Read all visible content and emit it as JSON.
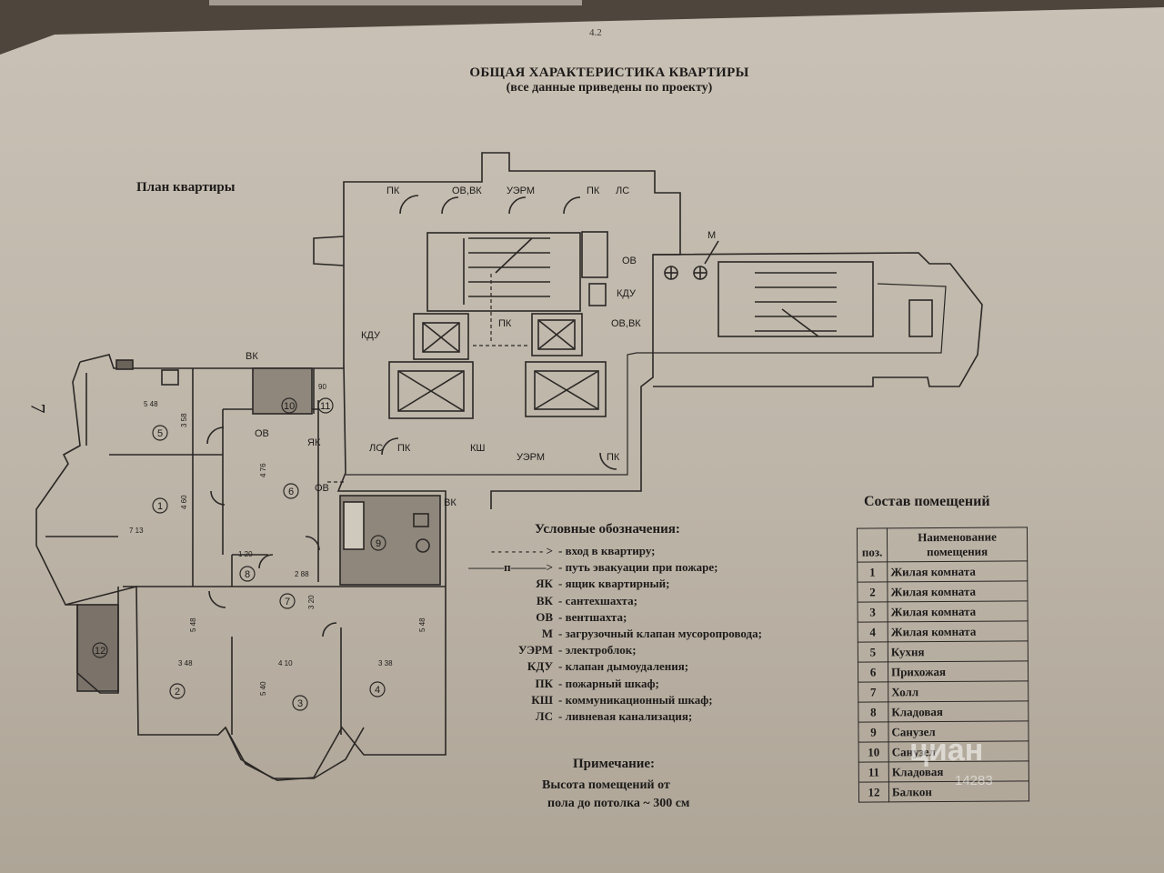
{
  "page_number": "4.2",
  "side_number": "7",
  "title": "ОБЩАЯ ХАРАКТЕРИСТИКА КВАРТИРЫ",
  "subtitle": "(все данные приведены по проекту)",
  "plan_label": "План квартиры",
  "plan": {
    "labels": [
      "ПК",
      "ОВ,ВК",
      "УЭРМ",
      "ПК",
      "ЛС",
      "М",
      "ОВ",
      "КДУ",
      "ПК",
      "ОВ,ВК",
      "КДУ",
      "ВК",
      "ОВ",
      "ЯК",
      "ЛС",
      "ПК",
      "КШ",
      "УЭРМ",
      "ПК",
      "ОВ",
      "ВК"
    ],
    "room_markers": [
      "1",
      "2",
      "3",
      "4",
      "5",
      "6",
      "7",
      "8",
      "9",
      "10",
      "11",
      "12"
    ],
    "dimensions": [
      "5 48",
      "3 58",
      "4 60",
      "7 13",
      "4 76",
      "90",
      "1 20",
      "2 88",
      "3 20",
      "5 48",
      "3 48",
      "4 10",
      "5 40",
      "5 48",
      "3 38"
    ]
  },
  "legend": {
    "title": "Условные обозначения:",
    "items": [
      {
        "sym": "- - - - - - - - >",
        "text": "- вход в квартиру;"
      },
      {
        "sym": "———п———>",
        "text": "- путь эвакуации при пожаре;"
      },
      {
        "sym": "ЯК",
        "text": "- ящик квартирный;"
      },
      {
        "sym": "ВК",
        "text": "- сантехшахта;"
      },
      {
        "sym": "ОВ",
        "text": "- вентшахта;"
      },
      {
        "sym": "М",
        "text": "- загрузочный клапан мусоропровода;"
      },
      {
        "sym": "УЭРМ",
        "text": "- электроблок;"
      },
      {
        "sym": "КДУ",
        "text": "- клапан дымоудаления;"
      },
      {
        "sym": "ПК",
        "text": "- пожарный шкаф;"
      },
      {
        "sym": "КШ",
        "text": "- коммуникационный шкаф;"
      },
      {
        "sym": "ЛС",
        "text": "- ливневая канализация;"
      }
    ]
  },
  "note": {
    "title": "Примечание:",
    "line1": "Высота помещений от",
    "line2": "пола до потолка ~ 300 см"
  },
  "rooms_table": {
    "title": "Состав помещений",
    "col_no": "поз.",
    "col_name": "Наименование помещения",
    "rows": [
      {
        "no": "1",
        "name": "Жилая комната"
      },
      {
        "no": "2",
        "name": "Жилая комната"
      },
      {
        "no": "3",
        "name": "Жилая комната"
      },
      {
        "no": "4",
        "name": "Жилая комната"
      },
      {
        "no": "5",
        "name": "Кухня"
      },
      {
        "no": "6",
        "name": "Прихожая"
      },
      {
        "no": "7",
        "name": "Холл"
      },
      {
        "no": "8",
        "name": "Кладовая"
      },
      {
        "no": "9",
        "name": "Санузел"
      },
      {
        "no": "10",
        "name": "Санузел"
      },
      {
        "no": "11",
        "name": "Кладовая"
      },
      {
        "no": "12",
        "name": "Балкон"
      }
    ]
  },
  "watermark": {
    "brand": "циан",
    "id": "14283"
  },
  "colors": {
    "paper": "#c4bcb0",
    "ink": "#1d1b1a",
    "background": "#5a5046"
  }
}
